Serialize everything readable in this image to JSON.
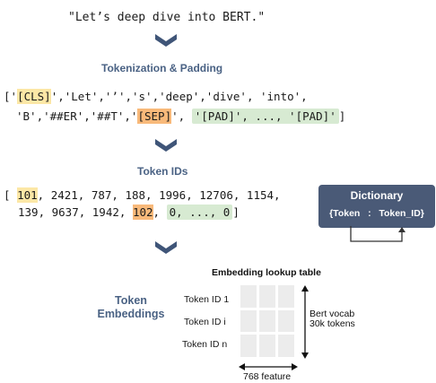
{
  "sentence": "\"Let’s deep dive into BERT.\"",
  "tokenization": {
    "heading": "Tokenization & Padding",
    "line1": {
      "open": "['",
      "cls": "[CLS]",
      "rest": "','Let','’','s','deep','dive', 'into',"
    },
    "line2": {
      "start": "'B','##ER','##T','",
      "sep": "[SEP]",
      "mid": "', ",
      "pad": "'[PAD]', ..., '[PAD]'",
      "close": "]"
    }
  },
  "token_ids": {
    "heading": "Token IDs",
    "line1": {
      "open": "[ ",
      "cls_id": "101",
      "rest": ", 2421, 787, 188, 1996, 12706, 1154,"
    },
    "line2": {
      "start": "139, 9637, 1942, ",
      "sep_id": "102",
      "mid": ", ",
      "pad": "0, ..., 0",
      "close": "]"
    }
  },
  "dictionary": {
    "title": "Dictionary",
    "mapping": "{Token   :   Token_ID}"
  },
  "embedding": {
    "side_label_line1": "Token",
    "side_label_line2": "Embeddings",
    "table_title": "Embedding lookup table",
    "rows": [
      "Token ID 1",
      "Token ID i",
      "Token ID n"
    ],
    "vocab_line1": "Bert vocab",
    "vocab_line2": "30k tokens",
    "feature_label": "768 feature"
  },
  "colors": {
    "cls": "#fce7a6",
    "sep": "#f8b97a",
    "pad": "#d7ead2",
    "heading": "#4a6284",
    "dictionary_bg": "#4a5a77",
    "chevron": "#3f5578"
  }
}
